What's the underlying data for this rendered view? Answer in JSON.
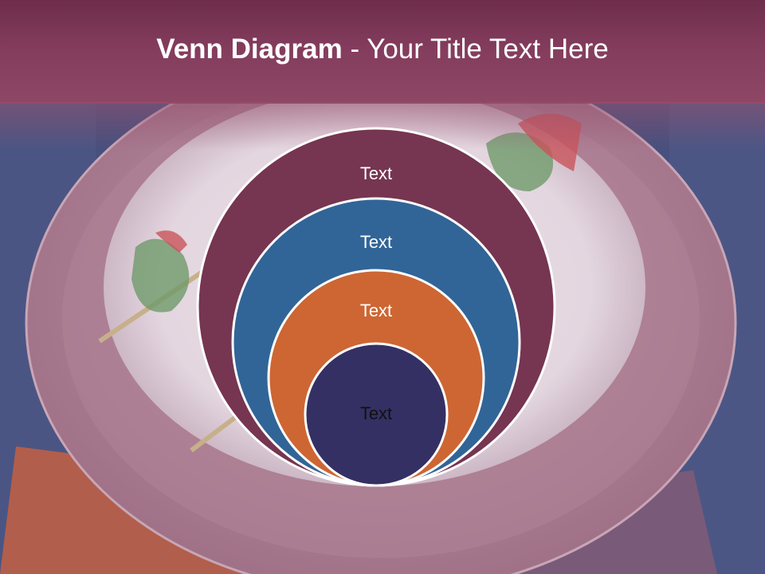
{
  "slide": {
    "title_bold": "Venn Diagram",
    "title_rest": " - Your Title Text Here"
  },
  "diagram": {
    "type": "stacked-venn",
    "circles": [
      {
        "label": "Text",
        "color": "#763550",
        "text_color": "#ffffff"
      },
      {
        "label": "Text",
        "color": "#316597",
        "text_color": "#ffffff"
      },
      {
        "label": "Text",
        "color": "#cd6633",
        "text_color": "#ffffff"
      },
      {
        "label": "Text",
        "color": "#343063",
        "text_color": "#111111"
      }
    ]
  },
  "colors": {
    "title_bar": "#853d5e",
    "outline": "#ffffff"
  },
  "background": {
    "description_icon": "food-plate-photo"
  }
}
